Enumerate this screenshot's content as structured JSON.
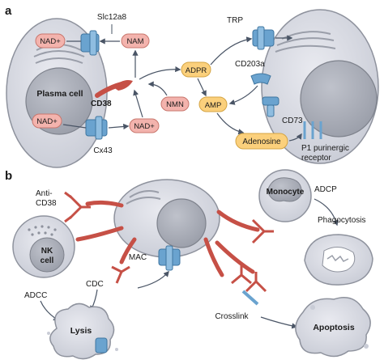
{
  "panel_a": {
    "label": "a",
    "plasma_cell": "Plasma cell",
    "cd38": "CD38",
    "slc12a8": "Slc12a8",
    "cx43": "Cx43",
    "nad_top": "NAD+",
    "nad_bottom": "NAD+",
    "nad_right": "NAD+",
    "nam": "NAM",
    "nmn": "NMN",
    "adpr": "ADPR",
    "trp": "TRP",
    "cd203a": "CD203a",
    "amp": "AMP",
    "cd73": "CD73",
    "adenosine": "Adenosine",
    "p1_line1": "P1 purinergic",
    "p1_line2": "receptor"
  },
  "panel_b": {
    "label": "b",
    "anti_cd38_line1": "Anti-",
    "anti_cd38_line2": "CD38",
    "nk_cell_line1": "NK",
    "nk_cell_line2": "cell",
    "adcc": "ADCC",
    "cdc": "CDC",
    "mac": "MAC",
    "lysis": "Lysis",
    "crosslink": "Crosslink",
    "apoptosis": "Apoptosis",
    "monocyte": "Monocyte",
    "adcp": "ADCP",
    "phagocytosis": "Phagocytosis"
  },
  "colors": {
    "cell_fill": "#d9dbe3",
    "nucleus_fill": "#a9acb6",
    "cd38_red": "#c65046",
    "pill_pink": "#f3b3ad",
    "pill_orange": "#fbd07c",
    "receptor_blue": "#6aa3cf"
  },
  "icons": [
    "arrow",
    "antibody-icon",
    "receptor-icon"
  ]
}
